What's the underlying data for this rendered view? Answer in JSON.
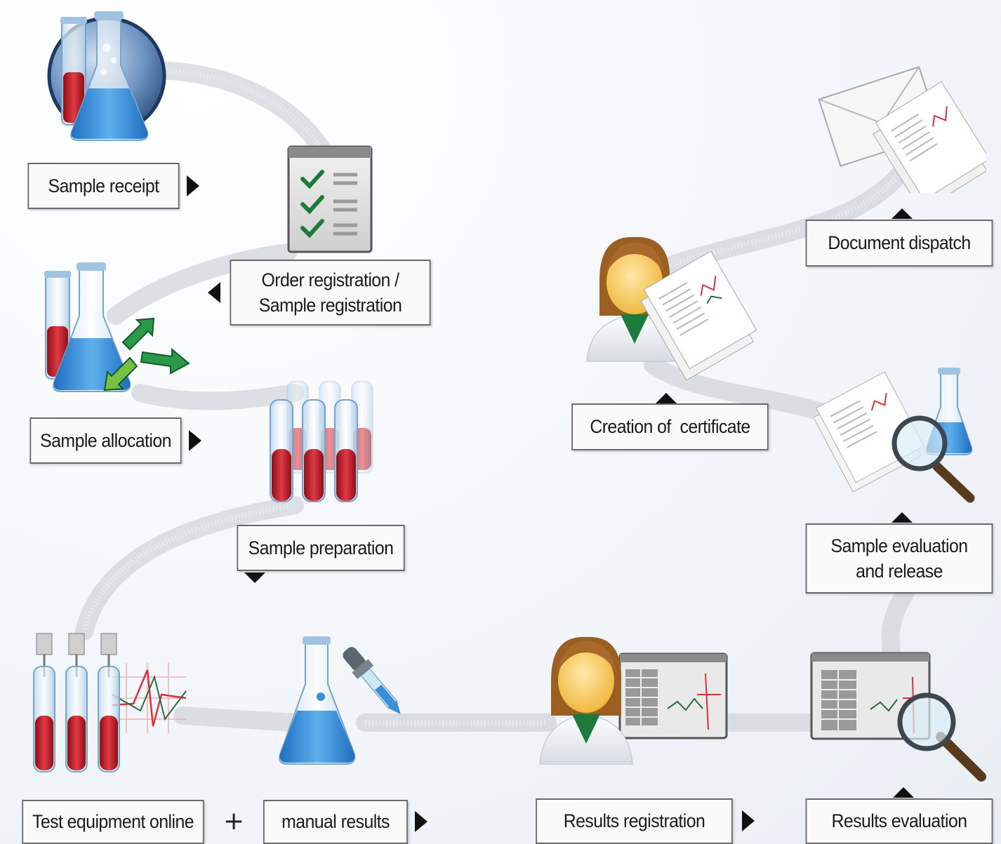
{
  "steps": {
    "sample_receipt": "Sample receipt",
    "order_registration": [
      "Order registration /",
      "Sample registration"
    ],
    "sample_allocation": "Sample allocation",
    "sample_preparation": "Sample preparation",
    "test_equipment_online": "Test equipment online",
    "plus": "+",
    "manual_results": "manual results",
    "results_registration": "Results registration",
    "results_evaluation": "Results evaluation",
    "sample_evaluation_release": [
      "Sample evaluation",
      "and release"
    ],
    "creation_of_certificate": "Creation of  certificate",
    "document_dispatch": "Document dispatch"
  },
  "icons": {
    "sample_receipt": "flask-badge-icon",
    "order_registration": "checklist-icon",
    "sample_allocation": "flask-arrows-icon",
    "sample_preparation": "test-tubes-icon",
    "test_equipment_online": "instrument-tubes-graph-icon",
    "manual_results": "flask-pipette-icon",
    "results_registration": "technician-screen-icon",
    "results_evaluation": "screen-magnifier-icon",
    "sample_evaluation_release": "documents-magnifier-icon",
    "creation_of_certificate": "technician-documents-icon",
    "document_dispatch": "envelope-documents-icon"
  },
  "colors": {
    "flask_liquid_blue": "#3a8fd6",
    "tube_liquid_red": "#c81e2a",
    "check_green": "#1e7a3c",
    "arrow_green": "#2a9a4a",
    "label_border": "#6a6a6a",
    "label_background": "#fafafa",
    "flow_path": "#d2d6db",
    "arrow_marker": "#111111"
  }
}
